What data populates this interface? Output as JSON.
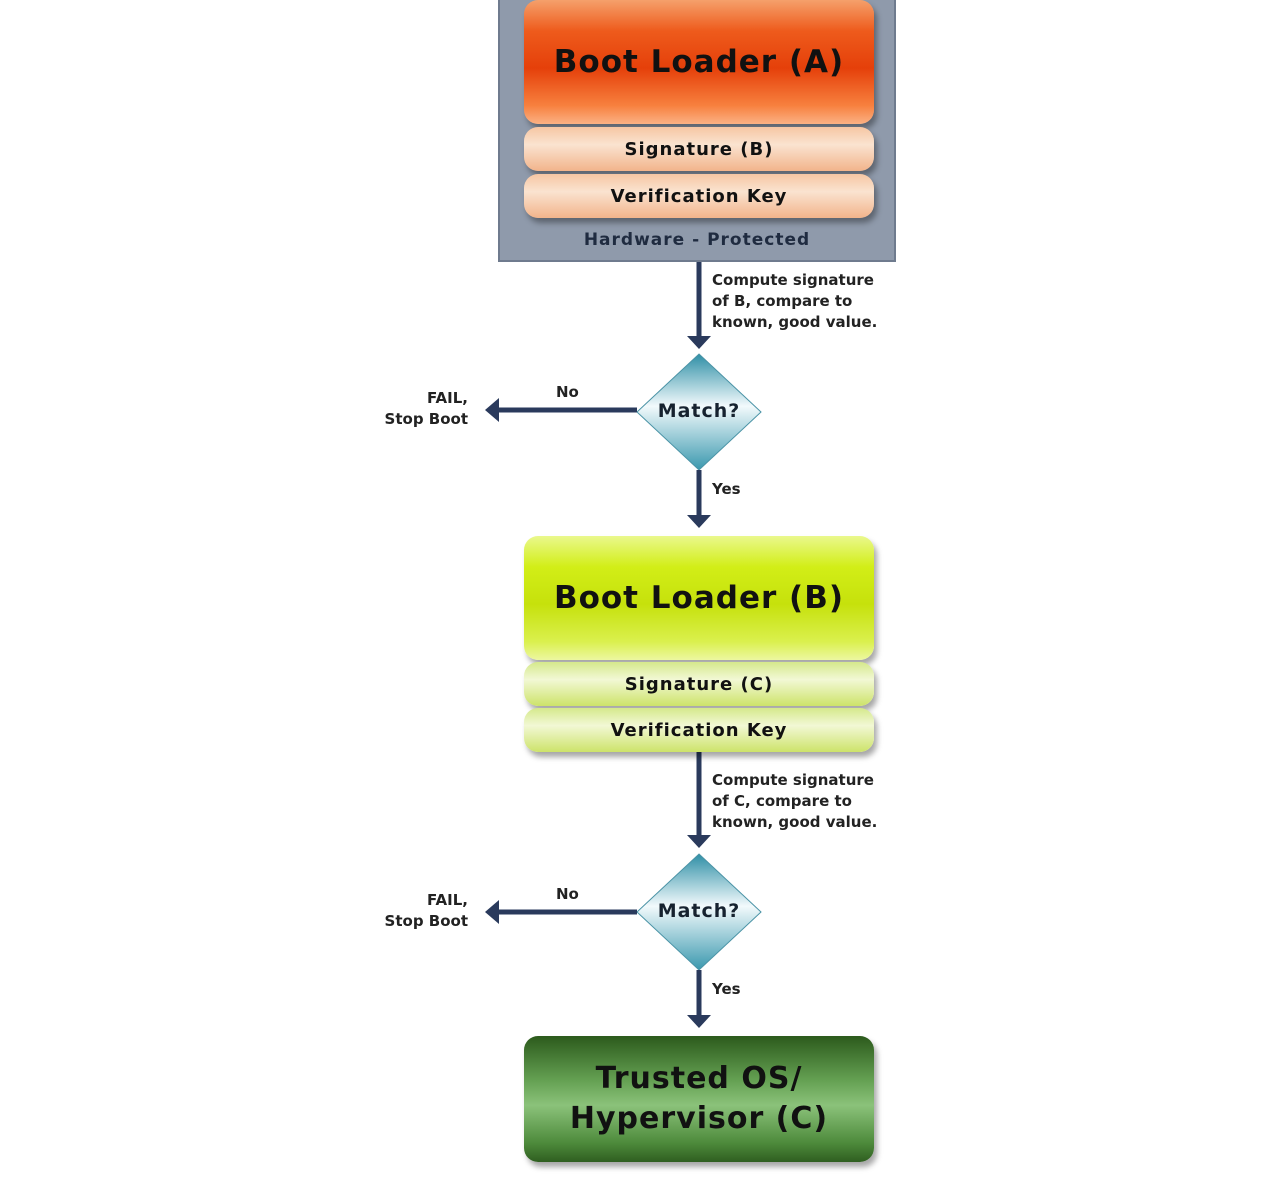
{
  "stage_a": {
    "title": "Boot Loader (A)",
    "signature": "Signature (B)",
    "key": "Verification Key",
    "protection": "Hardware - Protected",
    "color": "#e5400a"
  },
  "check_1": {
    "note": "Compute signature\nof B, compare to\nknown, good value.",
    "decision": "Match?",
    "no_label": "No",
    "yes_label": "Yes",
    "fail": "FAIL,\nStop Boot"
  },
  "stage_b": {
    "title": "Boot Loader (B)",
    "signature": "Signature (C)",
    "key": "Verification Key",
    "color": "#c6e10c"
  },
  "check_2": {
    "note": "Compute signature\nof C, compare to\nknown, good value.",
    "decision": "Match?",
    "no_label": "No",
    "yes_label": "Yes",
    "fail": "FAIL,\nStop Boot"
  },
  "stage_c": {
    "title_line1": "Trusted OS/",
    "title_line2": "Hypervisor (C)",
    "color": "#4d8a3b"
  },
  "colors": {
    "arrow": "#2a3a5c",
    "panel": "#8f9aab",
    "diamond": "#7fc3d3"
  }
}
